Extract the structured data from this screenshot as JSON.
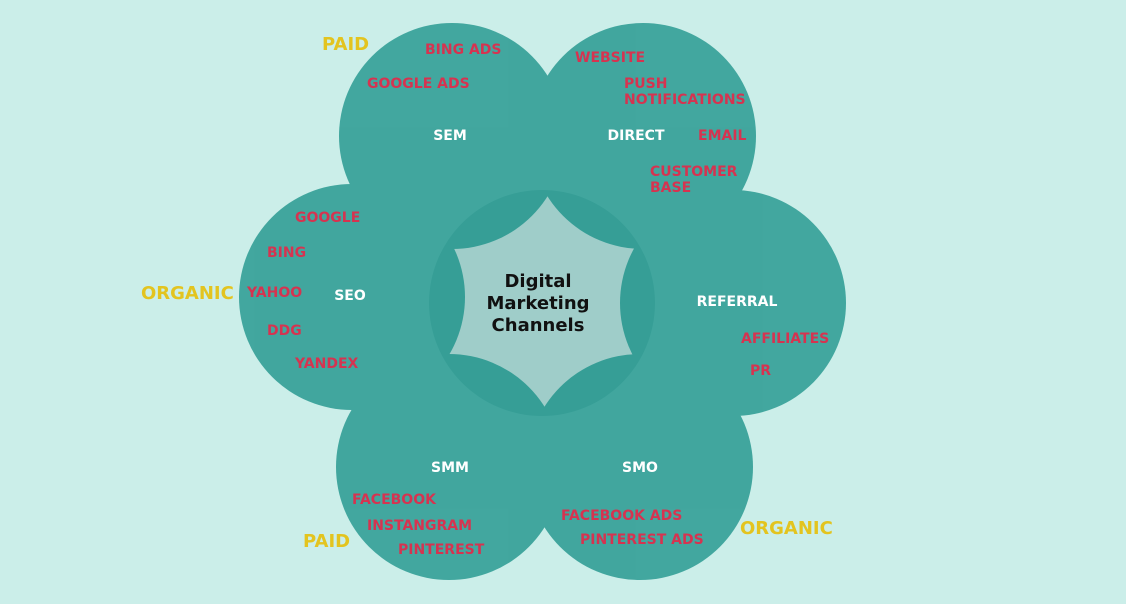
{
  "center_title": [
    "Digital",
    "Marketing",
    "Channels"
  ],
  "channels": {
    "sem": "SEM",
    "direct": "DIRECT",
    "seo": "SEO",
    "referral": "REFERRAL",
    "smm": "SMM",
    "smo": "SMO"
  },
  "items": {
    "sem": [
      "BING ADS",
      "GOOGLE ADS"
    ],
    "direct": [
      "WEBSITE",
      "PUSH NOTIFICATIONS",
      "EMAIL",
      "CUSTOMER BASE"
    ],
    "seo": [
      "GOOGLE",
      "BING",
      "YAHOO",
      "DDG",
      "YANDEX"
    ],
    "referral": [
      "AFFILIATES",
      "PR"
    ],
    "smm": [
      "FACEBOOK",
      "INSTANGRAM",
      "PINTEREST"
    ],
    "smo": [
      "FACEBOOK ADS",
      "PINTEREST ADS"
    ]
  },
  "categories": {
    "paid_top": "PAID",
    "organic_left": "ORGANIC",
    "paid_bottom": "PAID",
    "organic_bottom": "ORGANIC"
  },
  "colors": {
    "background": "#cbeee9",
    "circle": "#148f86",
    "center_fill": "#9fcdc9",
    "channel_text": "#ffffff",
    "item_text": "#d63350",
    "category_text": "#e3c41f"
  }
}
